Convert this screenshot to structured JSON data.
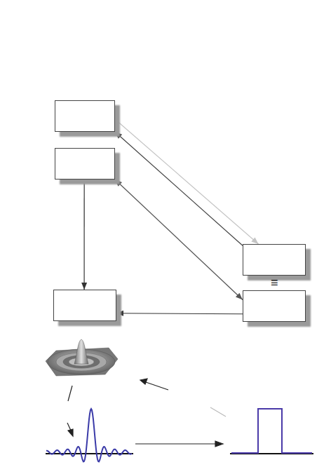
{
  "diagram": {
    "nodes": [
      {
        "text": []
      },
      {
        "text": []
      },
      {
        "text": []
      },
      {
        "text": []
      },
      {
        "text": []
      }
    ],
    "edges": [
      {
        "from": 0,
        "to": 2,
        "arrow": "to"
      },
      {
        "from": 2,
        "to": 0,
        "arrow": "to"
      },
      {
        "from": 1,
        "to": 4,
        "arrow": "both"
      },
      {
        "from": 1,
        "to": 3,
        "arrow": "to"
      },
      {
        "from": 4,
        "to": 3,
        "arrow": "to"
      }
    ],
    "labels": [
      "≡"
    ]
  }
}
